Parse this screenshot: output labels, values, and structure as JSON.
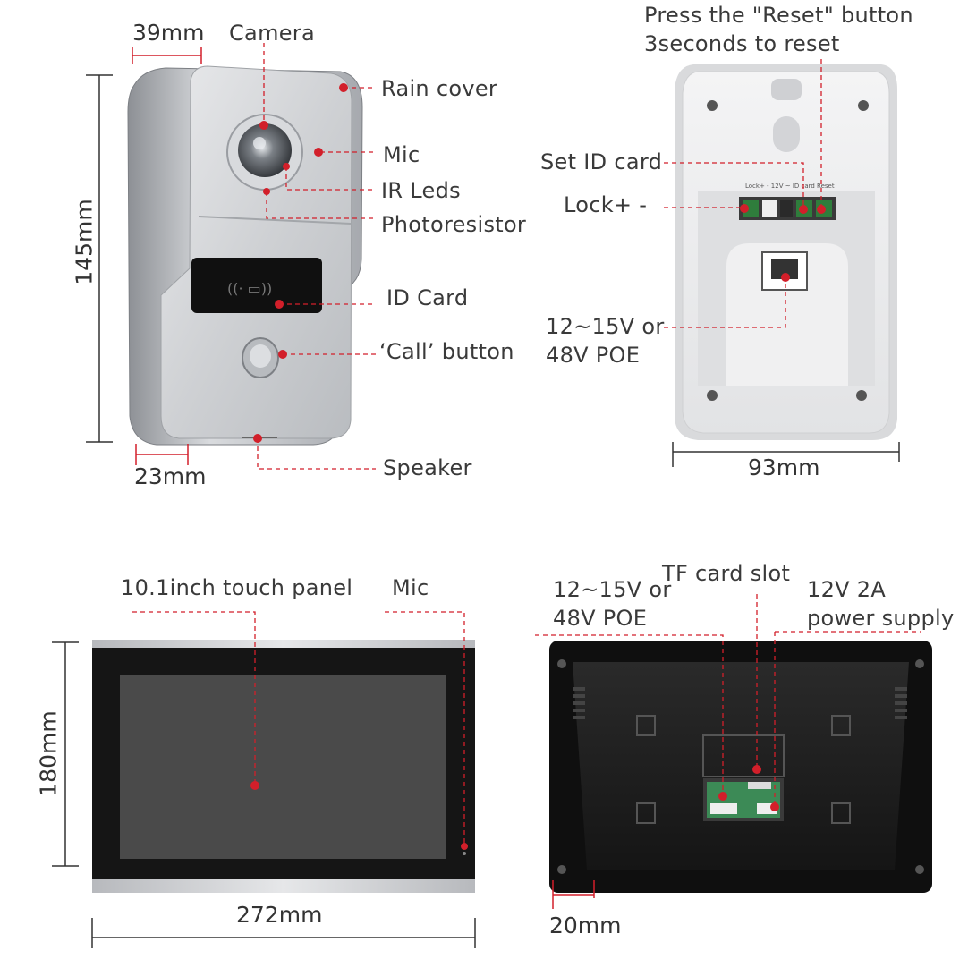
{
  "doorbell": {
    "width_dim": "39mm",
    "height_dim": "145mm",
    "depth_dim": "23mm",
    "labels": {
      "camera": "Camera",
      "rain_cover": "Rain cover",
      "mic": "Mic",
      "ir_leds": "IR Leds",
      "photoresistor": "Photoresistor",
      "id_card": "ID Card",
      "call_button": "‘Call’ button",
      "speaker": "Speaker"
    }
  },
  "doorbell_back": {
    "reset_note": [
      "Press the \"Reset\" button",
      "3seconds to reset"
    ],
    "set_id_card": "Set ID card",
    "lock": "Lock+ -",
    "power": [
      "12~15V or",
      "48V POE"
    ],
    "width_dim": "93mm",
    "terminal_text": "Lock+ -    12V ~ ID card   Reset"
  },
  "monitor_front": {
    "panel": "10.1inch touch panel",
    "mic": "Mic",
    "height_dim": "180mm",
    "width_dim": "272mm"
  },
  "monitor_back": {
    "power": [
      "12~15V or",
      "48V POE"
    ],
    "tf_slot": "TF card slot",
    "supply": [
      "12V 2A",
      "power supply"
    ],
    "depth_dim": "20mm"
  },
  "colors": {
    "leader": "#d21f2a",
    "silver": "#c9cbcf",
    "dark_panel": "#1a1a1a",
    "line": "#333333"
  }
}
